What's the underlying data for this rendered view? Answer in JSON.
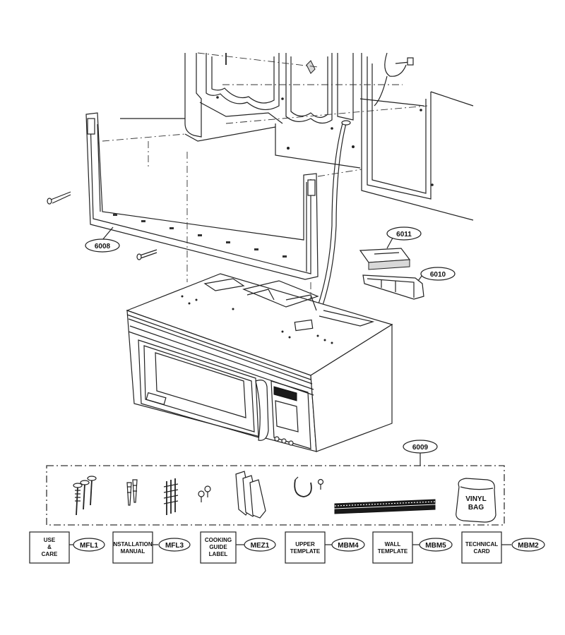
{
  "callouts": {
    "frame": "6008",
    "kit": "6009",
    "cover": "6011",
    "duct": "6010"
  },
  "bag_label": [
    "VINYL",
    "BAG"
  ],
  "literature": [
    {
      "lines": [
        "USE",
        "&",
        "CARE"
      ],
      "code": "MFL1"
    },
    {
      "lines": [
        "NSTALLATION",
        "MANUAL"
      ],
      "code": "MFL3"
    },
    {
      "lines": [
        "COOKING",
        "GUIDE",
        "LABEL"
      ],
      "code": "MEZ1"
    },
    {
      "lines": [
        "UPPER",
        "TEMPLATE"
      ],
      "code": "MBM4"
    },
    {
      "lines": [
        "WALL",
        "TEMPLATE"
      ],
      "code": "MBM5"
    },
    {
      "lines": [
        "TECHNICAL",
        "CARD"
      ],
      "code": "MBM2"
    }
  ]
}
